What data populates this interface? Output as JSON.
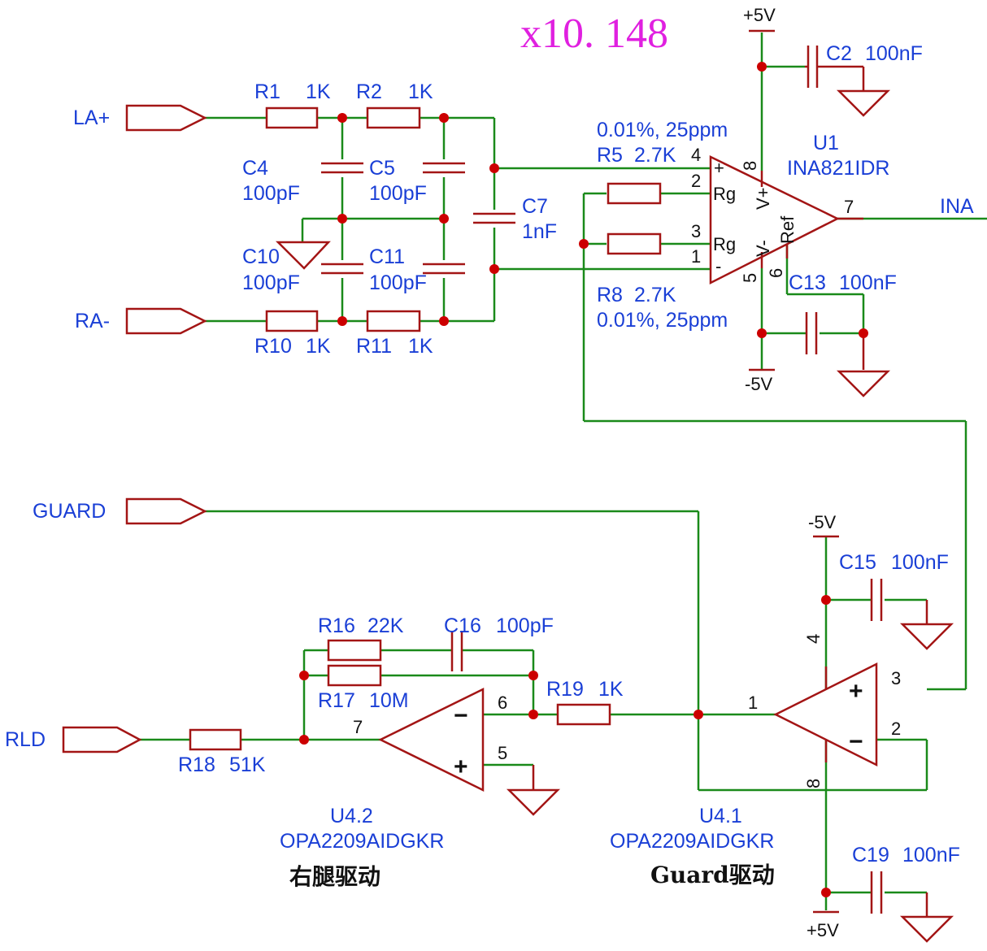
{
  "gain_label": "x10. 148",
  "ports": {
    "la": "LA+",
    "ra": "RA-",
    "guard": "GUARD",
    "rld": "RLD",
    "ina_out": "INA"
  },
  "components": {
    "r1": {
      "ref": "R1",
      "value": "1K"
    },
    "r2": {
      "ref": "R2",
      "value": "1K"
    },
    "r10": {
      "ref": "R10",
      "value": "1K"
    },
    "r11": {
      "ref": "R11",
      "value": "1K"
    },
    "c4": {
      "ref": "C4",
      "value": "100pF"
    },
    "c5": {
      "ref": "C5",
      "value": "100pF"
    },
    "c10": {
      "ref": "C10",
      "value": "100pF"
    },
    "c11": {
      "ref": "C11",
      "value": "100pF"
    },
    "c7": {
      "ref": "C7",
      "value": "1nF"
    },
    "r5": {
      "ref": "R5",
      "value": "2.7K",
      "spec": "0.01%, 25ppm"
    },
    "r8": {
      "ref": "R8",
      "value": "2.7K",
      "spec": "0.01%, 25ppm"
    },
    "c2": {
      "ref": "C2",
      "value": "100nF"
    },
    "c13": {
      "ref": "C13",
      "value": "100nF"
    },
    "c15": {
      "ref": "C15",
      "value": "100nF"
    },
    "c16": {
      "ref": "C16",
      "value": "100pF"
    },
    "c19": {
      "ref": "C19",
      "value": "100nF"
    },
    "r16": {
      "ref": "R16",
      "value": "22K"
    },
    "r17": {
      "ref": "R17",
      "value": "10M"
    },
    "r18": {
      "ref": "R18",
      "value": "51K"
    },
    "r19": {
      "ref": "R19",
      "value": "1K"
    }
  },
  "u1": {
    "ref": "U1",
    "part": "INA821IDR",
    "pins": {
      "p4": "4",
      "p2": "2",
      "p3": "3",
      "p1": "1",
      "p8": "8",
      "p5": "5",
      "p6": "6",
      "p7": "7"
    },
    "inner": {
      "rg1": "Rg",
      "rg2": "Rg",
      "vplus": "V+",
      "vminus": "V-",
      "ref": "Ref",
      "plus": "+",
      "minus": "-"
    }
  },
  "u42": {
    "ref": "U4.2",
    "part": "OPA2209AIDGKR",
    "caption": "右腿驱动",
    "pins": {
      "p7": "7",
      "p6": "6",
      "p5": "5"
    }
  },
  "u41": {
    "ref": "U4.1",
    "part": "OPA2209AIDGKR",
    "caption": "Guard驱动",
    "pins": {
      "p1": "1",
      "p3": "3",
      "p2": "2",
      "p4": "4",
      "p8": "8"
    }
  },
  "rails": {
    "u1_pos": "+5V",
    "u1_neg": "-5V",
    "u41_top": "-5V",
    "u41_bottom": "+5V"
  },
  "colors": {
    "wire": "#1a8a1a",
    "component": "#a31515",
    "junction": "#cc0000",
    "label": "#1a3fd6",
    "gain": "#e020e0"
  }
}
